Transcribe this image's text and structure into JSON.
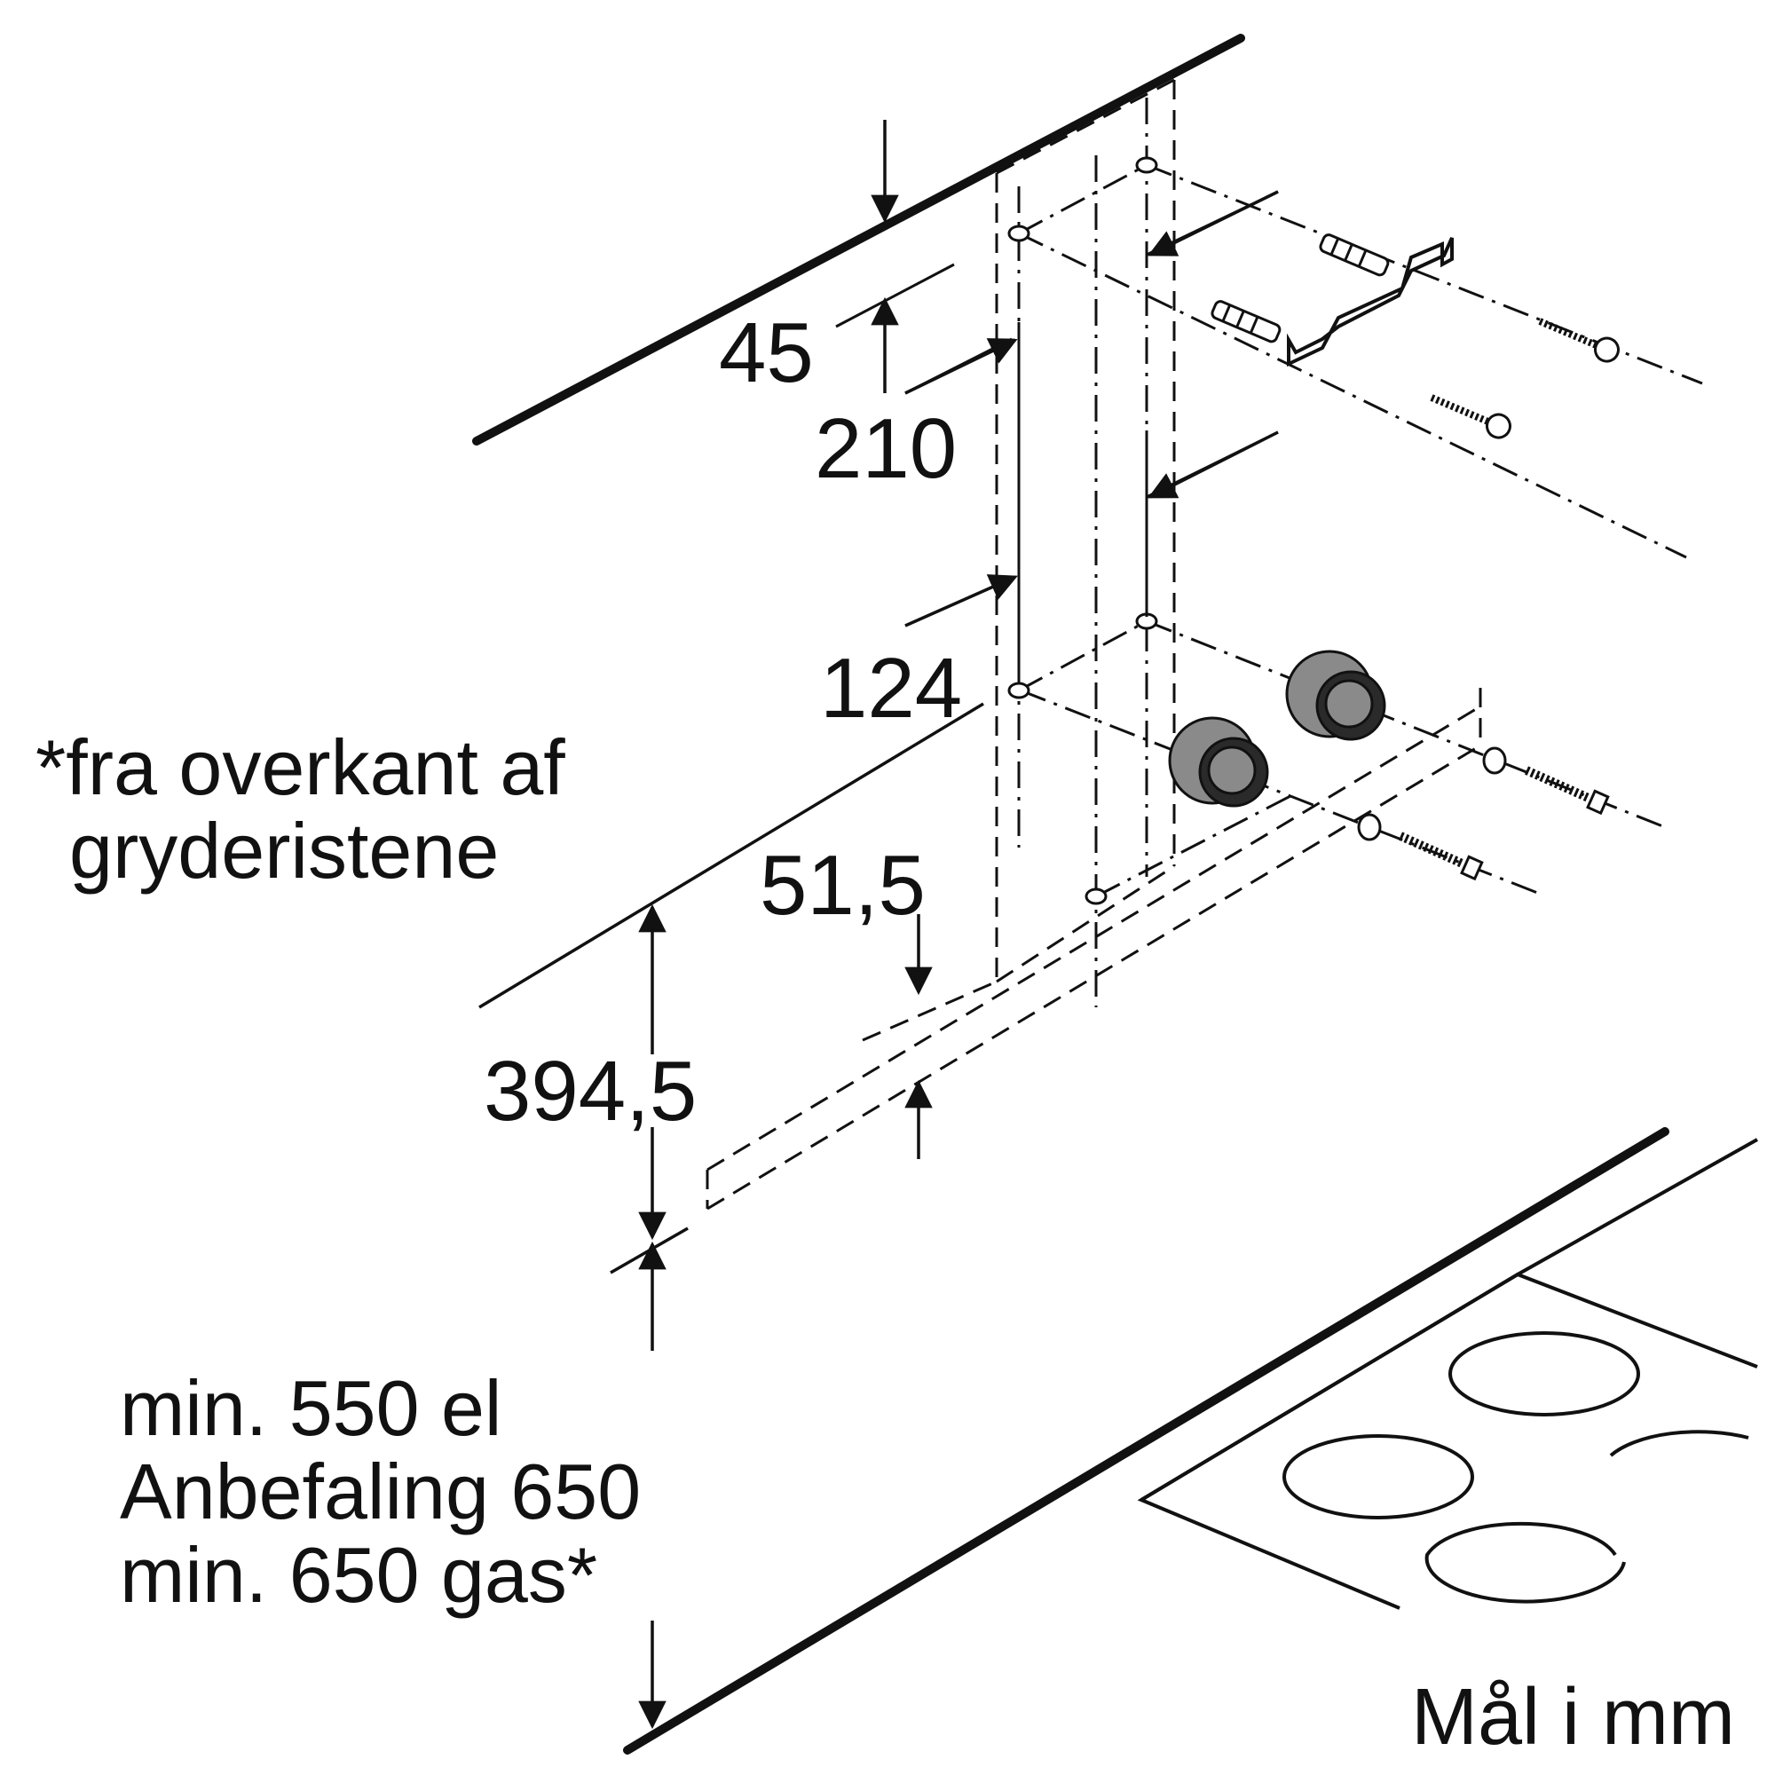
{
  "dimensions": {
    "d45": "45",
    "d210": "210",
    "d124": "124",
    "d51_5": "51,5",
    "d394_5": "394,5"
  },
  "note_top": {
    "line1": "*fra overkant af",
    "line2": "gryderistene"
  },
  "note_bottom": {
    "line1": "min. 550 el",
    "line2": "Anbefaling 650",
    "line3": "min. 650 gas*"
  },
  "units_label": "Mål i mm",
  "icons": [
    "wall-plug-icon",
    "mounting-bracket-icon",
    "wood-screw-icon",
    "washer-icon",
    "bolt-icon",
    "wall-anchor-icon",
    "hob-burner-icon"
  ],
  "colors": {
    "line": "#111111",
    "anchor_fill": "#8a8a8a",
    "background": "#ffffff"
  }
}
